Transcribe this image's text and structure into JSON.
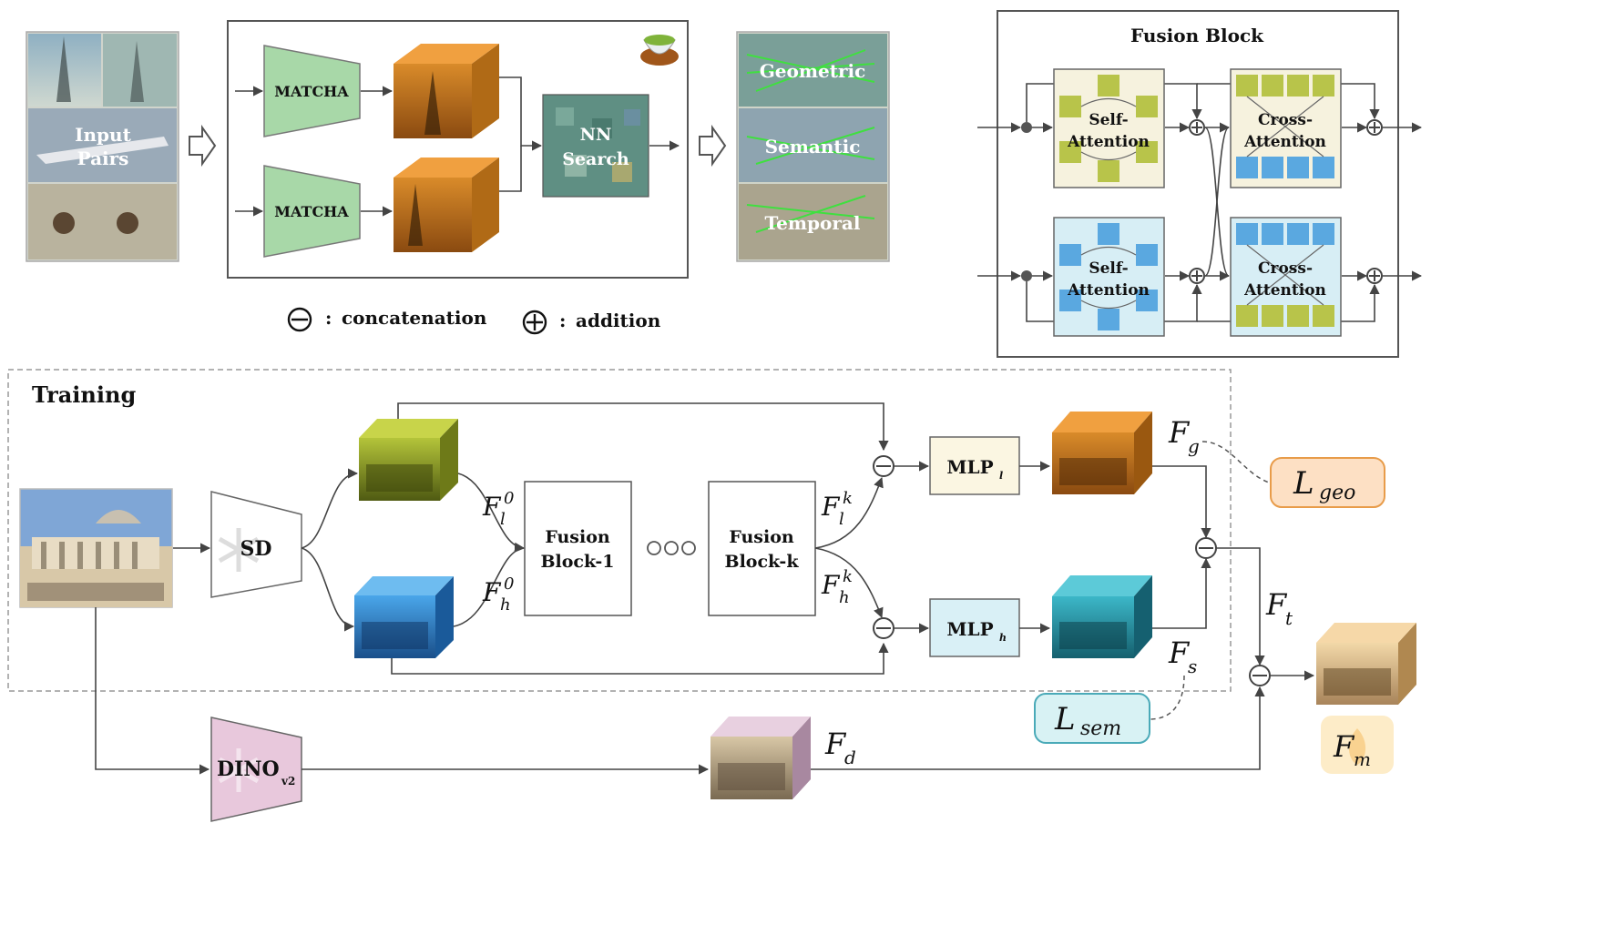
{
  "pipeline": {
    "input_label_1": "Input",
    "input_label_2": "Pairs",
    "matcha_top": "MATCHA",
    "matcha_bottom": "MATCHA",
    "nn_1": "NN",
    "nn_2": "Search",
    "out_geometric": "Geometric",
    "out_semantic": "Semantic",
    "out_temporal": "Temporal",
    "tea_icon": "tea-cup-icon"
  },
  "legend": {
    "concat_sym": "⊖",
    "concat_sep": ":",
    "concat_text": "concatenation",
    "add_sym": "⊕",
    "add_sep": ":",
    "add_text": "addition"
  },
  "fusion_block": {
    "title": "Fusion Block",
    "self_1": "Self-",
    "self_2": "Attention",
    "cross_1": "Cross-",
    "cross_2": "Attention"
  },
  "training": {
    "title": "Training",
    "sd": "SD",
    "fusion1_a": "Fusion",
    "fusion1_b": "Block-1",
    "fusionk_a": "Fusion",
    "fusionk_b": "Block-k",
    "mlp_l": "MLP",
    "mlp_l_sub": "l",
    "mlp_h": "MLP",
    "mlp_h_sub": "h",
    "dino": "DINO",
    "dino_sub": "v2",
    "F": "F",
    "sub_l": "l",
    "sub_h": "h",
    "sup_0": "0",
    "sup_k": "k",
    "sub_g": "g",
    "sub_s": "s",
    "sub_t": "t",
    "sub_d": "d",
    "sub_m": "m",
    "L": "L",
    "sub_geo": "geo",
    "sub_sem": "sem"
  },
  "colors": {
    "matcha_green": "#a8d8a8",
    "orange_cube": "#e08a1c",
    "yellow_green_cube": "#a4b52a",
    "blue_cube": "#2e8fd6",
    "cyan_cube": "#27a3b8",
    "geo_loss": "#fde0c4",
    "sem_loss": "#d8f2f4",
    "self_attn_top": "#f6f2de",
    "self_attn_bottom": "#d7eef5"
  }
}
